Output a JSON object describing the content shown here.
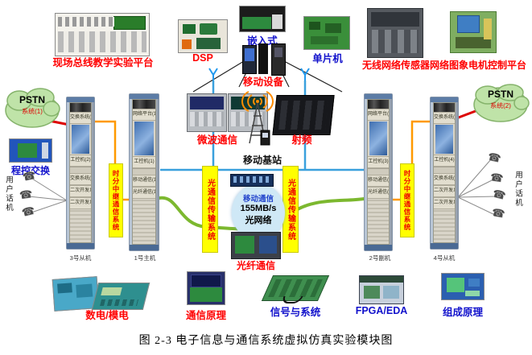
{
  "caption": "图 2-3 电子信息与通信系统虚拟仿真实验模块图",
  "top_modules": {
    "fieldbus": "现场总线教学实验平台",
    "dsp": "DSP",
    "embedded": "嵌入式",
    "mobile_device": "移动设备",
    "mcu": "单片机",
    "wireless_sensor": "无线网络传感器",
    "motor_platform": "网络图象电机控制平台"
  },
  "left_side": {
    "cloud_line1": "PSTN",
    "cloud_line2": "系统(1)",
    "pcx_label": "程控交换",
    "phones_label": "用户话机"
  },
  "right_side": {
    "cloud_line1": "PSTN",
    "cloud_line2": "系统(2)",
    "phones_label": "用户话机"
  },
  "center": {
    "microwave": "微波通信",
    "rf": "射频",
    "base_station": "移动基站",
    "fiber": "光纤通信",
    "ellipse_line1": "移动通信",
    "ellipse_line2": "155MB/s",
    "ellipse_line3": "光网络"
  },
  "vertical_labels": {
    "tdm_left": "时分中继通信系统",
    "optical_left": "光通信传输系统",
    "optical_right": "光通信传输系统",
    "tdm_right": "时分中继通信系统"
  },
  "racks": [
    {
      "name": "3号从机",
      "sections": [
        "交换系统(1)",
        "工控机(2)",
        "交换系统(2)",
        "二次开发系统(1)",
        "二次开发系统(2)"
      ]
    },
    {
      "name": "1号主机",
      "sections": [
        "网络平台(1)",
        "工控机(1)",
        "移动通信(1)",
        "光纤通信(1)"
      ]
    },
    {
      "name": "2号副机",
      "sections": [
        "网络平台(2)",
        "工控机(3)",
        "移动通信(2)",
        "光纤通信(2)"
      ]
    },
    {
      "name": "4号从机",
      "sections": [
        "交换系统(3)",
        "工控机(4)",
        "交换系统(4)",
        "二次开发系统(3)",
        "二次开发系统(4)"
      ]
    }
  ],
  "bottom_modules": {
    "digital_analog": "数电/模电",
    "comm_principle": "通信原理",
    "signals_systems": "信号与系统",
    "fpga_eda": "FPGA/EDA",
    "composition": "组成原理"
  }
}
